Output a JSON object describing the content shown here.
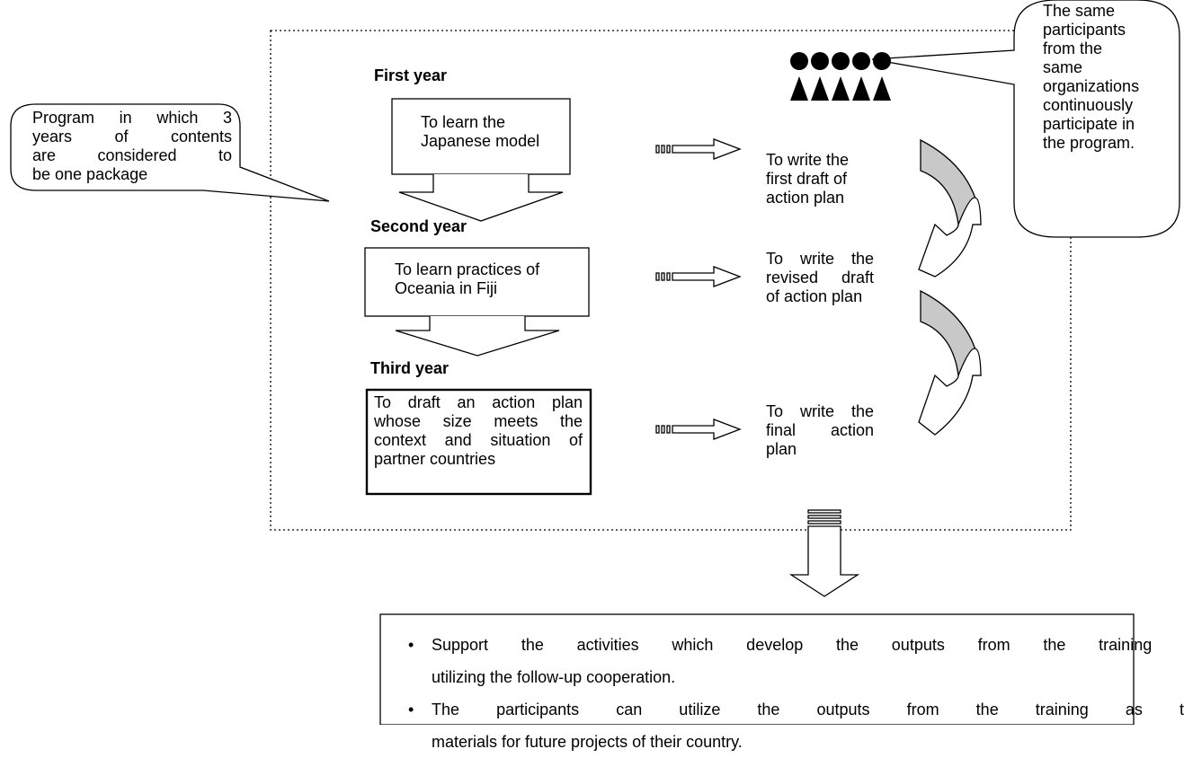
{
  "left_callout": {
    "lines": [
      "Program in which 3",
      "years of contents",
      "are considered to",
      "be one package"
    ]
  },
  "right_callout": {
    "lines": [
      "The same",
      "participants",
      "from the",
      "same",
      "organizations",
      "continuously",
      "participate in",
      "the program."
    ]
  },
  "years": [
    {
      "heading": "First year",
      "box_lines": [
        "To learn the",
        "Japanese model"
      ],
      "action_lines": [
        "To write the",
        "first draft of",
        "action plan"
      ]
    },
    {
      "heading": "Second year",
      "box_lines": [
        "To learn practices of",
        "Oceania in Fiji"
      ],
      "action_lines": [
        "To write the",
        "revised draft",
        "of action plan"
      ]
    },
    {
      "heading": "Third year",
      "box_lines": [
        "To draft an action plan",
        "whose size meets the",
        "context and situation of",
        "partner countries"
      ],
      "action_lines": [
        "To write the",
        "final action",
        "plan"
      ]
    }
  ],
  "participant_icon": "five-person-figures-icon",
  "bullet_symbol": "•",
  "outcomes": [
    {
      "line1": "Support the activities which develop the outputs from the training by",
      "line2": "utilizing the follow-up cooperation."
    },
    {
      "line1": "The participants can utilize the outputs from the training as the",
      "line2": "materials for future projects of their country."
    }
  ]
}
